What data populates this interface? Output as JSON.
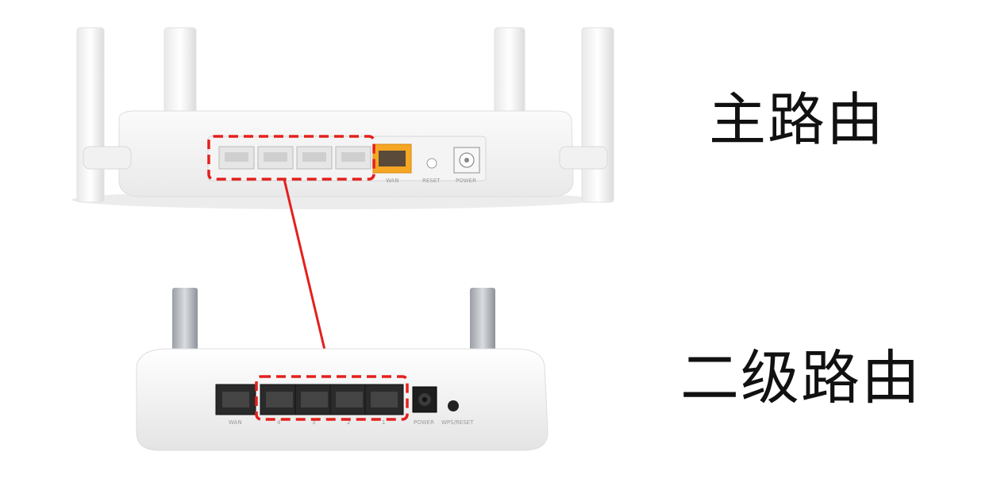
{
  "labels": {
    "main_router": "主路由",
    "secondary_router": "二级路由"
  },
  "main_router_ports": {
    "wan": "WAN",
    "reset": "RESET",
    "power": "POWER"
  },
  "secondary_router_ports": {
    "wan": "WAN",
    "lan": [
      "4",
      "3",
      "2",
      "1"
    ],
    "power": "POWER",
    "wps_reset": "WPS/RESET"
  },
  "colors": {
    "connection_line": "#e4201c",
    "wan_port_main": "#f5a623"
  }
}
